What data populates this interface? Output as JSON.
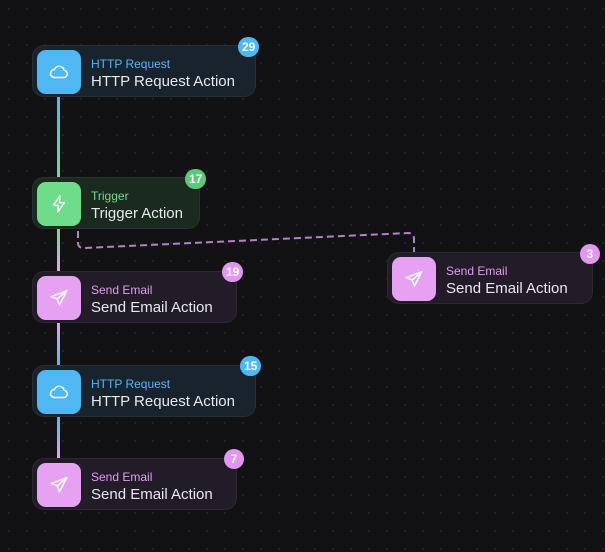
{
  "colors": {
    "http_accent": "#4fb8f3",
    "trigger_accent": "#6fdc8a",
    "email_accent": "#e7a1f3",
    "dashed_connector": "#b57fca"
  },
  "nodes": [
    {
      "id": "n1",
      "type": "HTTP Request",
      "action": "HTTP Request Action",
      "count": "29",
      "icon": "cloud-icon",
      "theme": "blue"
    },
    {
      "id": "n2",
      "type": "Trigger",
      "action": "Trigger Action",
      "count": "17",
      "icon": "lightning-bolt-icon",
      "theme": "green"
    },
    {
      "id": "n3",
      "type": "Send Email",
      "action": "Send Email Action",
      "count": "19",
      "icon": "paper-plane-icon",
      "theme": "purple"
    },
    {
      "id": "n4",
      "type": "HTTP Request",
      "action": "HTTP Request Action",
      "count": "15",
      "icon": "cloud-icon",
      "theme": "blue"
    },
    {
      "id": "n5",
      "type": "Send Email",
      "action": "Send Email Action",
      "count": "7",
      "icon": "paper-plane-icon",
      "theme": "purple"
    },
    {
      "id": "n6",
      "type": "Send Email",
      "action": "Send Email Action",
      "count": "3",
      "icon": "paper-plane-icon",
      "theme": "purple"
    }
  ]
}
